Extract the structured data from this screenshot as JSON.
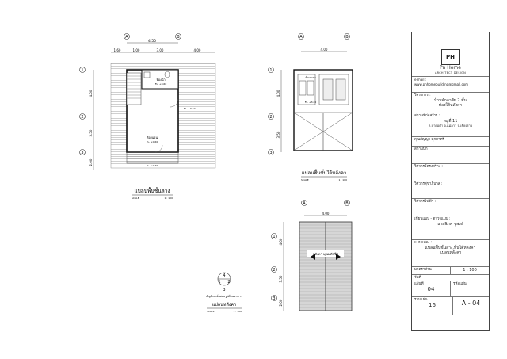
{
  "plans": {
    "ground": {
      "title": "แปลนพื้นชั้นล่าง",
      "scale_label": "SCALE",
      "scale": "1 : 100",
      "dims_top_total": "4.50",
      "dims_top": [
        "1.60",
        "1.00",
        "3.00",
        "4.00"
      ],
      "dims_left": [
        "4.00",
        "3.50",
        "2.00"
      ],
      "rooms": [
        {
          "name": "ห้องน้ำ",
          "level": "FL. +0.60"
        },
        {
          "name": "ห้องนอน",
          "level": "FL. +0.60"
        },
        {
          "name": "",
          "level": "FL. +0.60"
        },
        {
          "name": "",
          "level": "FL. +0.40"
        }
      ]
    },
    "upper": {
      "title": "แปลนพื้นชั้นใต้หลังคา",
      "scale_label": "SCALE",
      "scale": "1 : 100",
      "dims_top_total": "4.00",
      "dims_left": [
        "4.00",
        "3.50"
      ],
      "room": {
        "name": "ห้องนอน",
        "level": "FL. +3.20"
      }
    },
    "roof": {
      "title": "แปลนหลังคา",
      "scale_label": "SCALE",
      "scale": "1 : 100",
      "dims_top_total": "4.00",
      "dims_left": [
        "4.00",
        "3.50",
        "2.00"
      ],
      "label": "หลังคา มุงเมทัลชีท"
    }
  },
  "grid": {
    "cols": [
      "A",
      "B"
    ],
    "rows": [
      "1",
      "2",
      "3"
    ]
  },
  "key_plan": {
    "numbers": [
      "4",
      "1",
      "2",
      "3"
    ],
    "caption": "สัญลักษณ์แสดงรูปด้านอาคาร"
  },
  "title_block": {
    "logo_text": "PH",
    "company": "Pn Home",
    "company_sub": "ARCHITECT DESIGN",
    "contact_label": "e-mail :",
    "contact": "www.pnhomebuilding@gmail.com",
    "project_label": "โครงการ :",
    "project_name": "บ้านพักอาศัย 2 ชั้น",
    "project_sub": "ห้องใต้หลังคา",
    "location_label": "สถานที่ก่อสร้าง :",
    "location": "หมู่ที่ 11",
    "location_detail": "ต.ป่าก่อดำ อ.แม่ลาว จ.เชียงราย",
    "owner_label": "คุณสัญญา มุกดาศรี",
    "engineer_label": "สถาปนิก",
    "designer_label": "วิศวกรโครงสร้าง :",
    "electric_label": "วิศวกรไฟฟ้า :",
    "sanitary_label": "วิศวกรสุขาภิบาล :",
    "drawn_label": "เขียนแบบ - ตรวจแบบ :",
    "drawn_by": "นายพิภพ ชูพงษ์",
    "sheet_title_label": "แบบแสดง :",
    "sheet_title": "แปลนพื้นชั้นล่าง,พื้นใต้หลังคา",
    "sheet_title2": "แปลนหลังคา",
    "scale_label": "มาตราส่วน",
    "scale": "1 : 100",
    "date_label": "วันที่",
    "sheet_no_label": "แผ่นที่",
    "sheet_no": "04",
    "sheet_code_label": "รหัสแผ่น",
    "total_label": "รวมแผ่น",
    "total": "16",
    "sheet_code": "A - 04"
  }
}
